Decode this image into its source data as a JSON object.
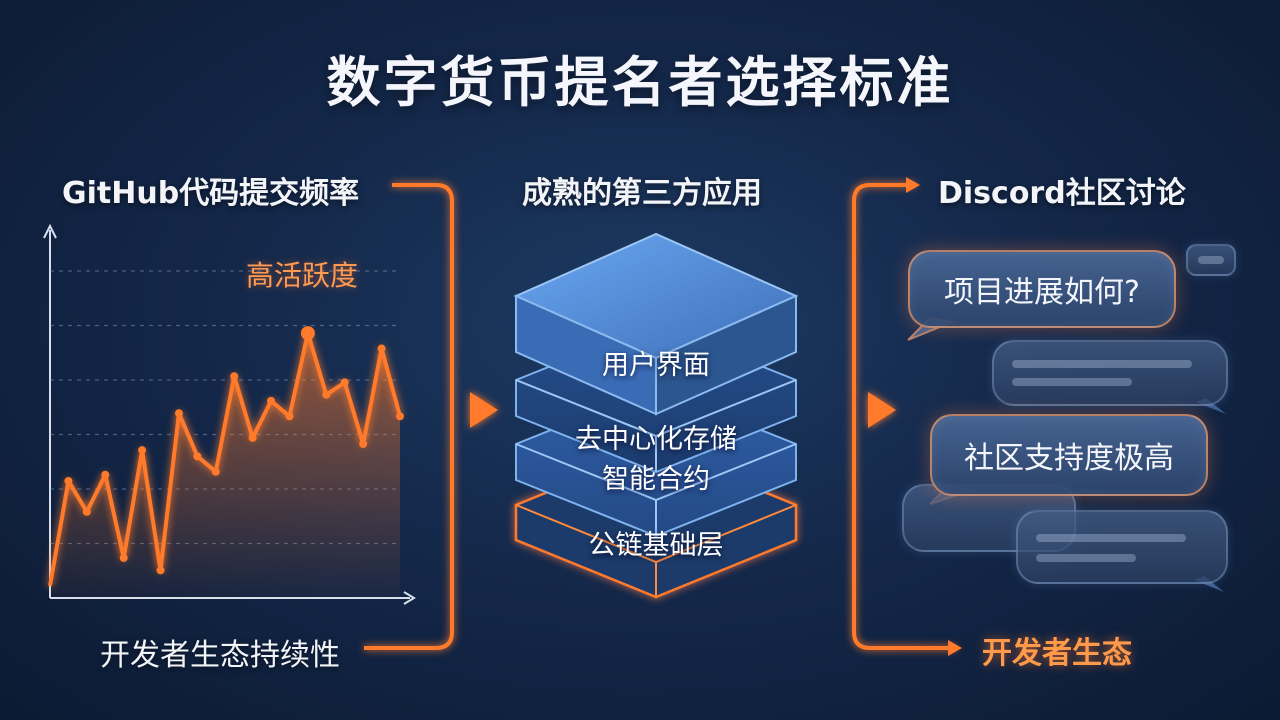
{
  "title": "数字货币提名者选择标准",
  "github": {
    "label": "GitHub代码提交频率",
    "peak_label": "高活跃度",
    "bottom_label": "开发者生态持续性",
    "activity_series": [
      4,
      38,
      28,
      40,
      13,
      48,
      9,
      60,
      46,
      41,
      72,
      52,
      64,
      59,
      86,
      66,
      70,
      50,
      81,
      59
    ]
  },
  "apps": {
    "label": "成熟的第三方应用",
    "layers": [
      "用户界面",
      "去中心化存储",
      "智能合约",
      "公链基础层"
    ]
  },
  "discord": {
    "label": "Discord社区讨论",
    "bubbles": [
      "项目进展如何?",
      "社区支持度极高"
    ],
    "bottom_label": "开发者生态"
  },
  "colors": {
    "accent": "#ff7a2a",
    "bg": "#14284a",
    "stack_top": "#4a86d6"
  }
}
